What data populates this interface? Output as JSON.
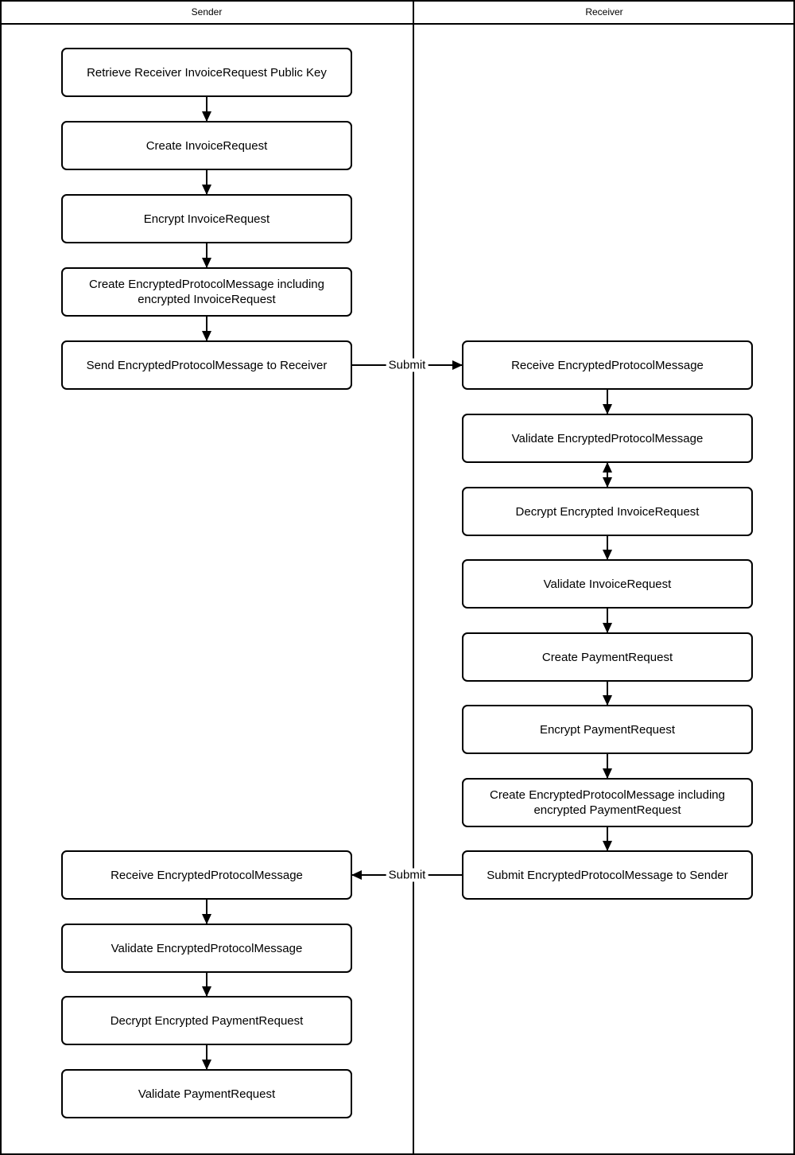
{
  "lanes": [
    {
      "id": "sender",
      "label": "Sender"
    },
    {
      "id": "receiver",
      "label": "Receiver"
    }
  ],
  "nodes": [
    {
      "id": "s1",
      "lane": "sender",
      "row": 0,
      "label": "Retrieve Receiver InvoiceRequest Public Key"
    },
    {
      "id": "s2",
      "lane": "sender",
      "row": 1,
      "label": "Create InvoiceRequest"
    },
    {
      "id": "s3",
      "lane": "sender",
      "row": 2,
      "label": "Encrypt InvoiceRequest"
    },
    {
      "id": "s4",
      "lane": "sender",
      "row": 3,
      "label": "Create EncryptedProtocolMessage including encrypted InvoiceRequest"
    },
    {
      "id": "s5",
      "lane": "sender",
      "row": 4,
      "label": "Send EncryptedProtocolMessage to Receiver"
    },
    {
      "id": "r1",
      "lane": "receiver",
      "row": 4,
      "label": "Receive EncryptedProtocolMessage"
    },
    {
      "id": "r2",
      "lane": "receiver",
      "row": 5,
      "label": "Validate EncryptedProtocolMessage"
    },
    {
      "id": "r3",
      "lane": "receiver",
      "row": 6,
      "label": "Decrypt Encrypted InvoiceRequest"
    },
    {
      "id": "r4",
      "lane": "receiver",
      "row": 7,
      "label": "Validate InvoiceRequest"
    },
    {
      "id": "r5",
      "lane": "receiver",
      "row": 8,
      "label": "Create PaymentRequest"
    },
    {
      "id": "r6",
      "lane": "receiver",
      "row": 9,
      "label": "Encrypt PaymentRequest"
    },
    {
      "id": "r7",
      "lane": "receiver",
      "row": 10,
      "label": "Create EncryptedProtocolMessage including encrypted PaymentRequest"
    },
    {
      "id": "r8",
      "lane": "receiver",
      "row": 11,
      "label": "Submit EncryptedProtocolMessage to Sender"
    },
    {
      "id": "s6",
      "lane": "sender",
      "row": 11,
      "label": "Receive EncryptedProtocolMessage"
    },
    {
      "id": "s7",
      "lane": "sender",
      "row": 12,
      "label": "Validate EncryptedProtocolMessage"
    },
    {
      "id": "s8",
      "lane": "sender",
      "row": 13,
      "label": "Decrypt Encrypted PaymentRequest"
    },
    {
      "id": "s9",
      "lane": "sender",
      "row": 14,
      "label": "Validate PaymentRequest"
    }
  ],
  "edges": [
    {
      "from": "s1",
      "to": "s2",
      "type": "down"
    },
    {
      "from": "s2",
      "to": "s3",
      "type": "down"
    },
    {
      "from": "s3",
      "to": "s4",
      "type": "down"
    },
    {
      "from": "s4",
      "to": "s5",
      "type": "down"
    },
    {
      "from": "s5",
      "to": "r1",
      "type": "right",
      "label": "Submit"
    },
    {
      "from": "r1",
      "to": "r2",
      "type": "down"
    },
    {
      "from": "r2",
      "to": "r3",
      "type": "double"
    },
    {
      "from": "r3",
      "to": "r4",
      "type": "down"
    },
    {
      "from": "r4",
      "to": "r5",
      "type": "down"
    },
    {
      "from": "r5",
      "to": "r6",
      "type": "down"
    },
    {
      "from": "r6",
      "to": "r7",
      "type": "down"
    },
    {
      "from": "r7",
      "to": "r8",
      "type": "down"
    },
    {
      "from": "r8",
      "to": "s6",
      "type": "left",
      "label": "Submit"
    },
    {
      "from": "s6",
      "to": "s7",
      "type": "down"
    },
    {
      "from": "s7",
      "to": "s8",
      "type": "down"
    },
    {
      "from": "s8",
      "to": "s9",
      "type": "down"
    }
  ],
  "colors": {
    "line": "#000000",
    "box_fill": "#ffffff",
    "text": "#000000",
    "background": "#ffffff"
  }
}
